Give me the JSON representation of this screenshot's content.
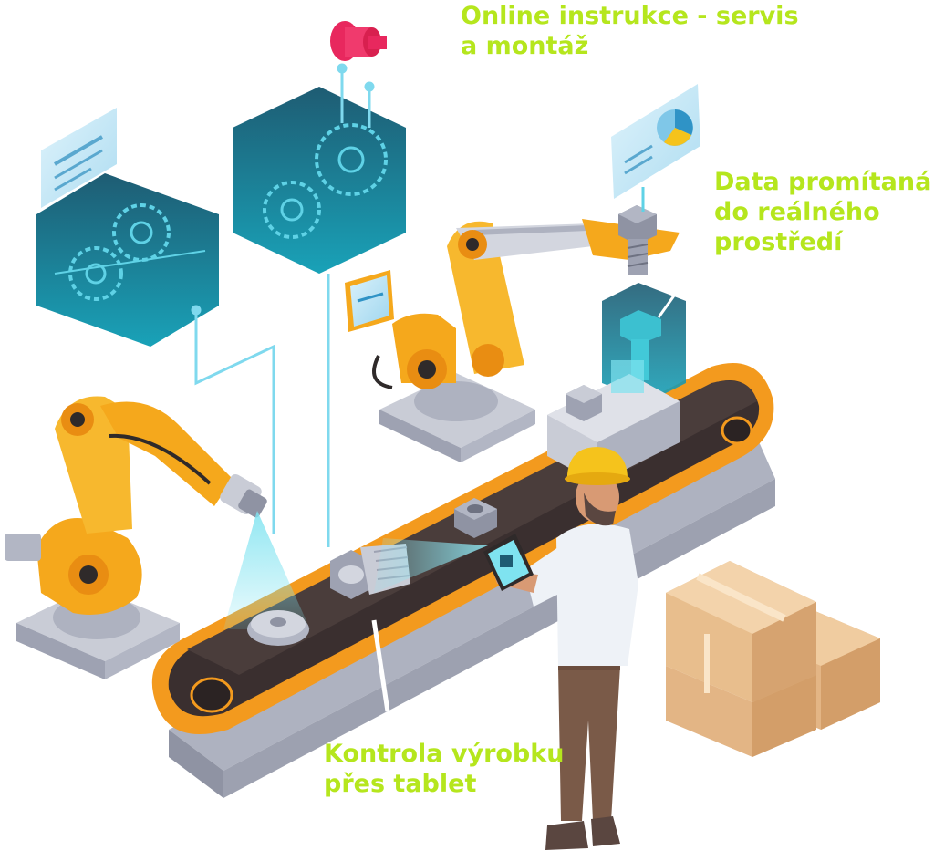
{
  "captions": {
    "online_instructions": [
      "Online instrukce - servis",
      "a montáž"
    ],
    "projected_data": [
      "Data promítaná",
      "do reálného",
      "prostředí"
    ],
    "tablet_check": [
      "Kontrola výrobku",
      "přes tablet"
    ]
  },
  "colors": {
    "caption_green": "#b5e61d",
    "robot_orange": "#f5a81c",
    "belt_dark": "#3a2f2f",
    "belt_rim": "#f39a1e",
    "hologram_teal": "#1f6f86",
    "machine_grey": "#c9ccd6",
    "box_cardboard": "#e3b585"
  },
  "icons": [
    "gear-hologram-left",
    "gear-hologram-center",
    "red-spindle-icon",
    "screen-panel-icon",
    "pie-chart-panel-icon",
    "hex-bolt-icon",
    "hex-nut-icon",
    "gear-part-icon",
    "tablet-icon",
    "hard-hat-icon"
  ]
}
